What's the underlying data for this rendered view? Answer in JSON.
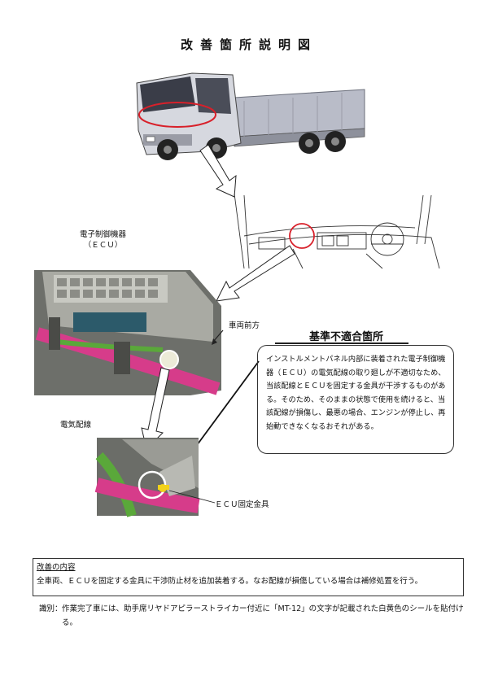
{
  "document": {
    "title": "改善箇所説明図",
    "labels": {
      "ecu_line1": "電子制御機器",
      "ecu_line2": "（ＥＣＵ）",
      "vehicle_front": "車両前方",
      "wiring": "電気配線",
      "ecu_bracket": "ＥＣＵ固定金具"
    },
    "nonconformity": {
      "title": "基準不適合箇所",
      "text": "インストルメントパネル内部に装着された電子制御機器（ＥＣＵ）の電気配線の取り廻しが不適切なため、当該配線とＥＣＵを固定する金具が干渉するものがある。そのため、そのままの状態で使用を続けると、当該配線が損傷し、最悪の場合、エンジンが停止し、再始動できなくなるおそれがある。"
    },
    "improvement": {
      "title": "改善の内容",
      "text": "全車両、ＥＣＵを固定する金具に干渉防止材を追加装着する。なお配線が損傷している場合は補修処置を行う。"
    },
    "identification": {
      "label": "識別：",
      "text": "作業完了車には、助手席リヤドアピラーストライカー付近に「MT-12」の文字が記載された白黄色のシールを貼付ける。"
    }
  },
  "colors": {
    "highlight_red": "#d8202a",
    "wiring_green": "#5aa83a",
    "wiring_pink": "#d63c8a",
    "bracket_yellow": "#f2d21a"
  }
}
